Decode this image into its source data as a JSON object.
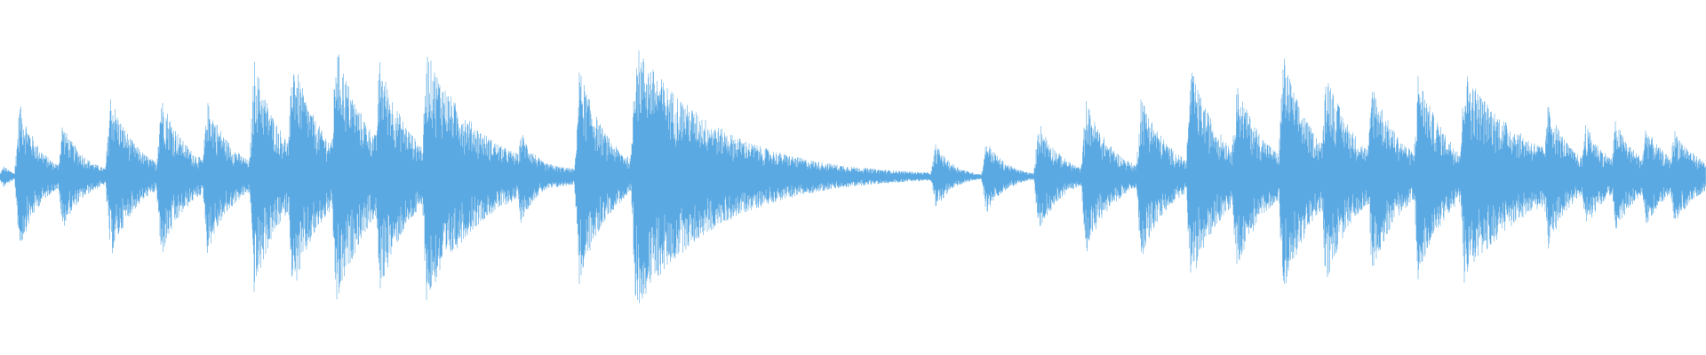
{
  "waveform": {
    "color": "#5aa9e3",
    "baseline_color": "#8cc3ec",
    "duration_units": 1920,
    "bursts": [
      {
        "t": 4,
        "amp": 0.08,
        "decay": 12
      },
      {
        "t": 22,
        "amp": 0.55,
        "decay": 24
      },
      {
        "t": 70,
        "amp": 0.4,
        "decay": 26
      },
      {
        "t": 124,
        "amp": 0.62,
        "decay": 30
      },
      {
        "t": 181,
        "amp": 0.62,
        "decay": 30
      },
      {
        "t": 233,
        "amp": 0.58,
        "decay": 30
      },
      {
        "t": 286,
        "amp": 0.88,
        "decay": 32
      },
      {
        "t": 329,
        "amp": 0.92,
        "decay": 34
      },
      {
        "t": 378,
        "amp": 1.0,
        "decay": 38
      },
      {
        "t": 427,
        "amp": 0.88,
        "decay": 36
      },
      {
        "t": 480,
        "amp": 0.95,
        "decay": 60
      },
      {
        "t": 586,
        "amp": 0.35,
        "decay": 22
      },
      {
        "t": 652,
        "amp": 0.82,
        "decay": 32
      },
      {
        "t": 715,
        "amp": 1.0,
        "decay": 95
      },
      {
        "t": 1053,
        "amp": 0.25,
        "decay": 20
      },
      {
        "t": 1110,
        "amp": 0.28,
        "decay": 22
      },
      {
        "t": 1169,
        "amp": 0.42,
        "decay": 26
      },
      {
        "t": 1222,
        "amp": 0.58,
        "decay": 30
      },
      {
        "t": 1284,
        "amp": 0.62,
        "decay": 32
      },
      {
        "t": 1340,
        "amp": 0.82,
        "decay": 36
      },
      {
        "t": 1391,
        "amp": 0.72,
        "decay": 34
      },
      {
        "t": 1444,
        "amp": 0.92,
        "decay": 34
      },
      {
        "t": 1492,
        "amp": 0.82,
        "decay": 34
      },
      {
        "t": 1544,
        "amp": 0.72,
        "decay": 34
      },
      {
        "t": 1596,
        "amp": 0.78,
        "decay": 34
      },
      {
        "t": 1648,
        "amp": 0.8,
        "decay": 70
      },
      {
        "t": 1742,
        "amp": 0.55,
        "decay": 28
      },
      {
        "t": 1784,
        "amp": 0.4,
        "decay": 28
      },
      {
        "t": 1818,
        "amp": 0.42,
        "decay": 28
      },
      {
        "t": 1852,
        "amp": 0.38,
        "decay": 28
      },
      {
        "t": 1884,
        "amp": 0.36,
        "decay": 30
      }
    ],
    "noise_floor": 0.012
  }
}
